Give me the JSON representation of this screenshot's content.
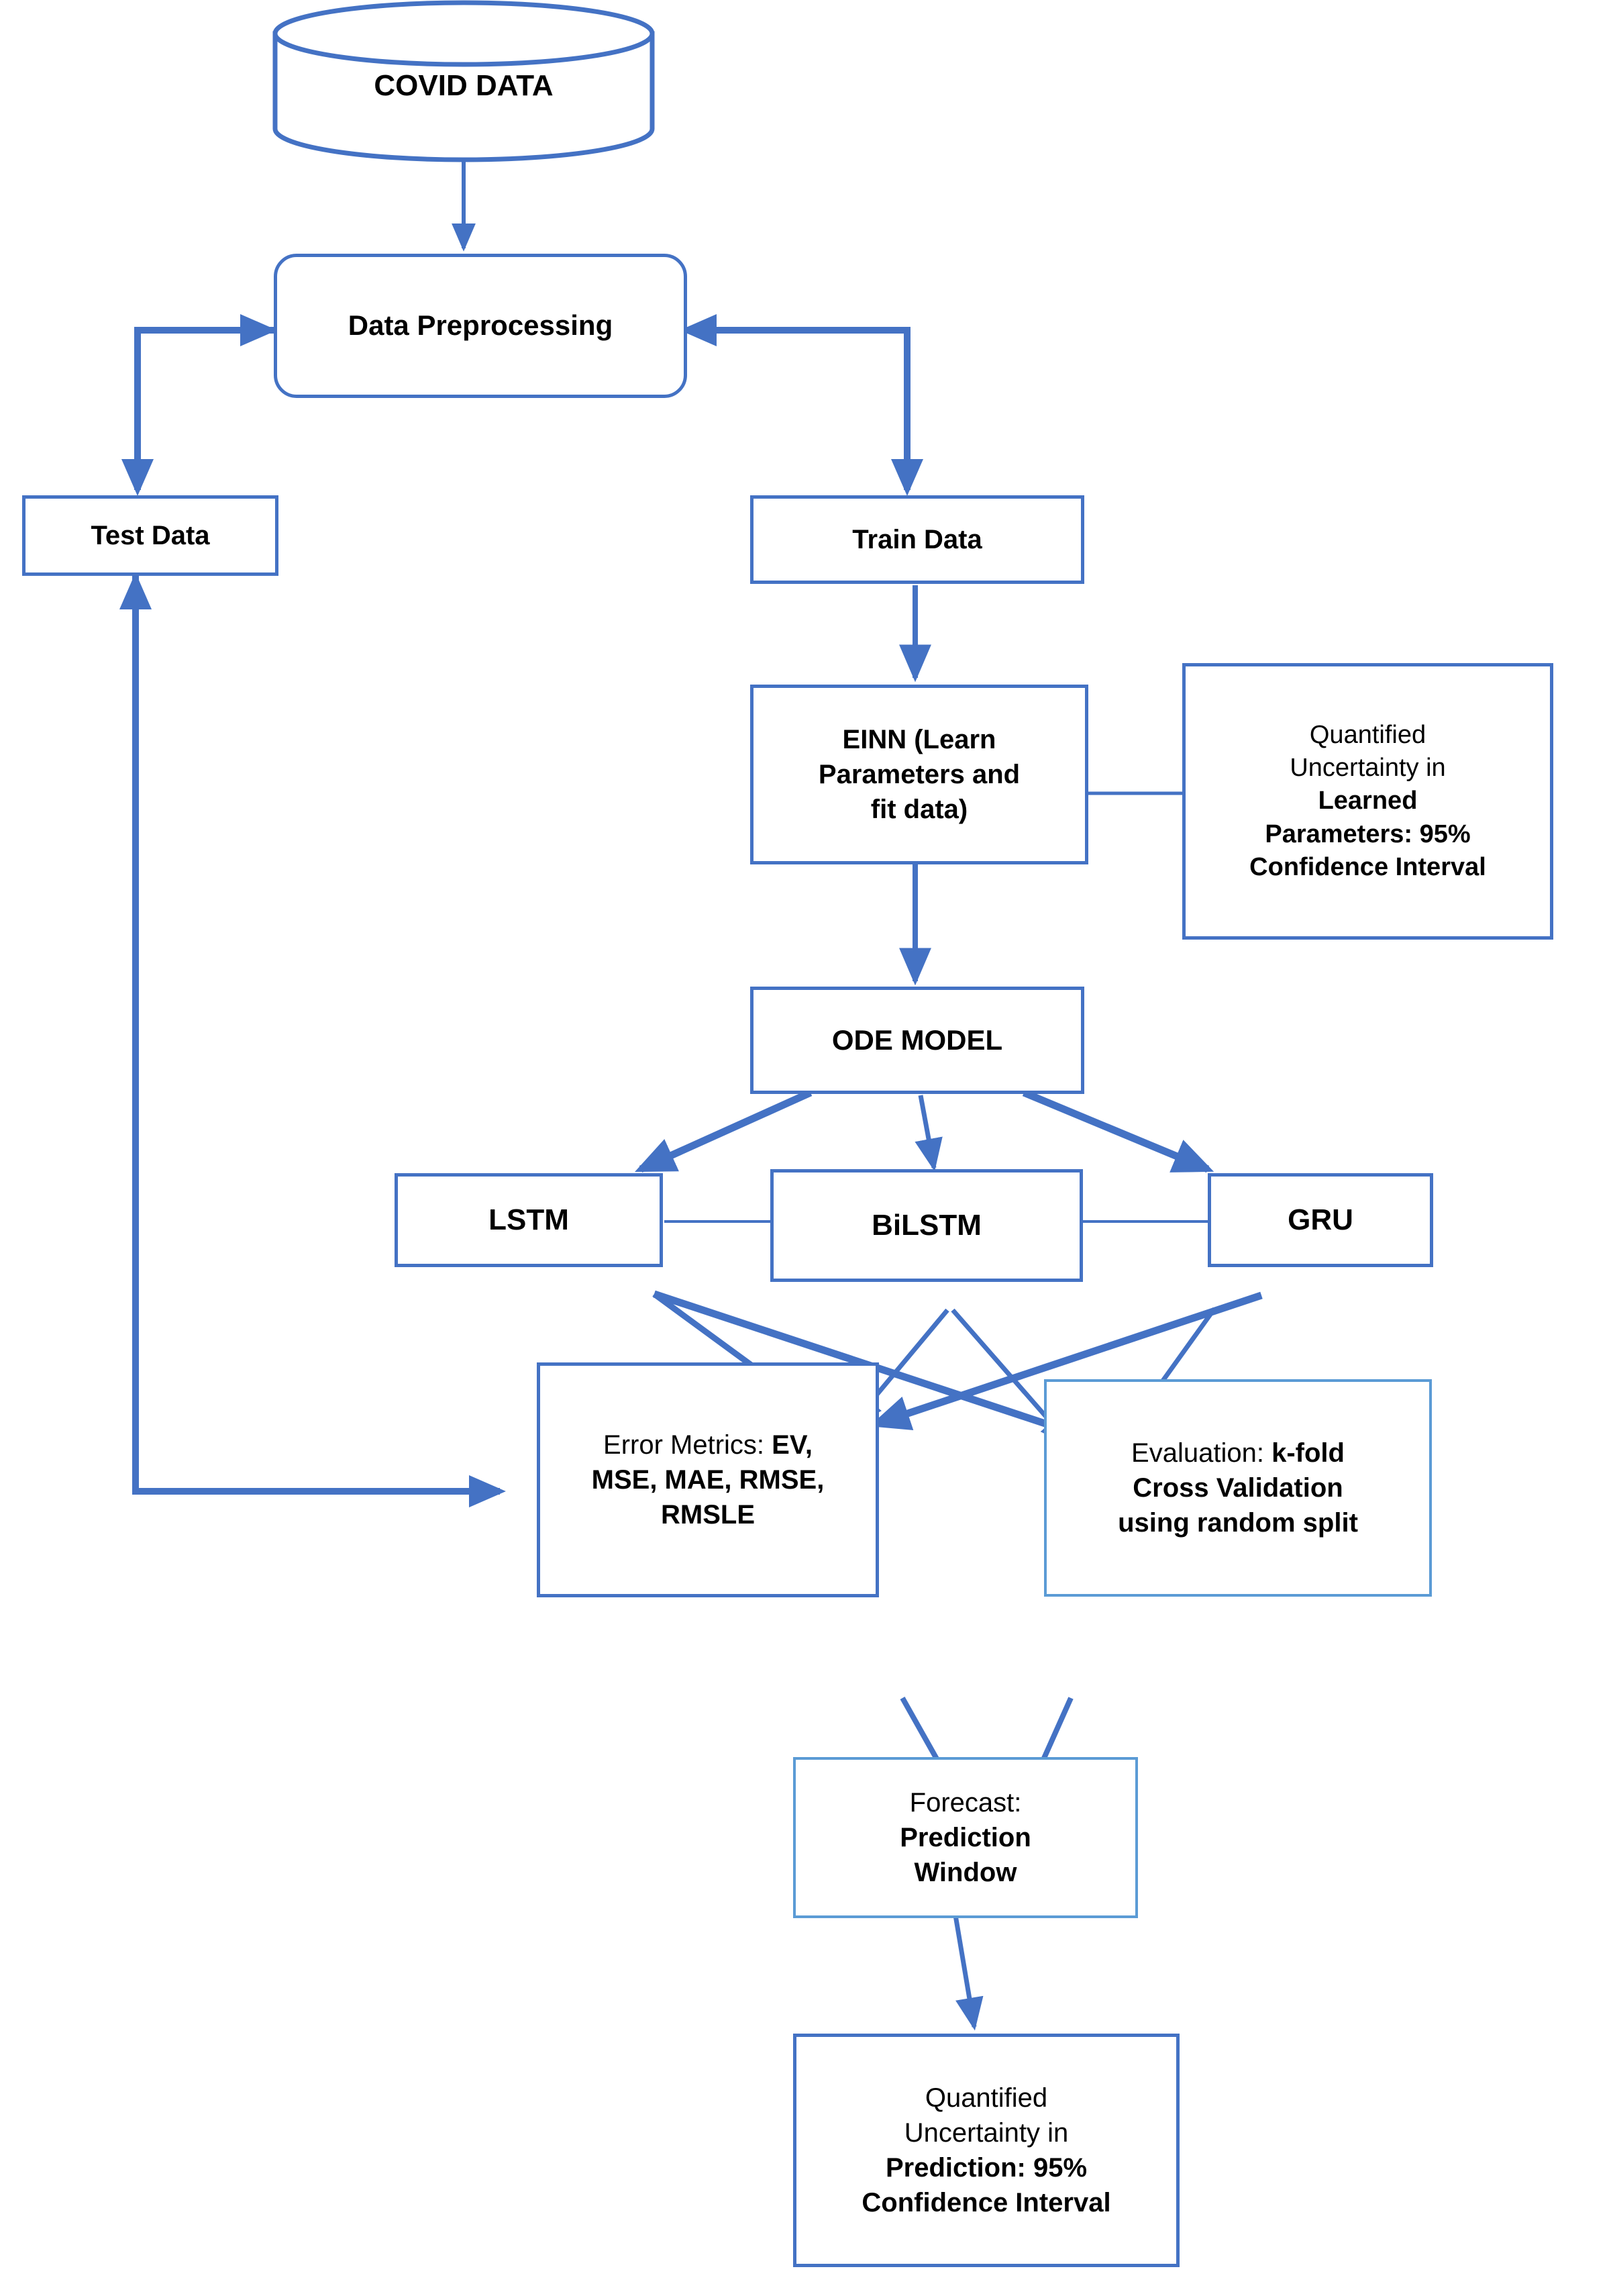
{
  "diagram": {
    "title": "EINN COVID forecasting pipeline flowchart",
    "accent_color": "#4472C4",
    "accent_color_light": "#5B9BD5",
    "text_color": "#000000",
    "background": "#ffffff"
  },
  "nodes": {
    "covid_data": {
      "label": "COVID DATA",
      "shape": "cylinder"
    },
    "data_preprocessing": {
      "label": "Data Preprocessing",
      "shape": "rounded-rect"
    },
    "test_data": {
      "label": "Test Data",
      "shape": "rect"
    },
    "train_data": {
      "label": "Train Data",
      "shape": "rect"
    },
    "einn": {
      "shape": "rect",
      "lines": [
        {
          "text": "EINN (Learn",
          "bold": true
        },
        {
          "text": "Parameters and",
          "bold": true
        },
        {
          "text": "fit data)",
          "bold": true
        }
      ],
      "label": "EINN (Learn Parameters and fit data)"
    },
    "uncertainty_parameters": {
      "shape": "rect",
      "lines": [
        {
          "text": "Quantified",
          "bold": false
        },
        {
          "text": "Uncertainty in",
          "bold": false
        },
        {
          "text": "Learned",
          "bold": true
        },
        {
          "text": "Parameters: 95%",
          "bold": true
        },
        {
          "text": "Confidence Interval",
          "bold": true
        }
      ],
      "label": "Quantified Uncertainty in Learned Parameters: 95% Confidence Interval"
    },
    "ode_model": {
      "label": "ODE MODEL",
      "shape": "rect"
    },
    "lstm": {
      "label": "LSTM",
      "shape": "rect"
    },
    "bilstm": {
      "label": "BiLSTM",
      "shape": "rect"
    },
    "gru": {
      "label": "GRU",
      "shape": "rect"
    },
    "error_metrics": {
      "shape": "rect",
      "lines": [
        {
          "text": "Error Metrics: ",
          "bold": false,
          "tail": "EV,",
          "tail_bold": true
        },
        {
          "text": "MSE, MAE, RMSE,",
          "bold": true
        },
        {
          "text": "RMSLE",
          "bold": true
        }
      ],
      "label": "Error Metrics: EV, MSE, MAE, RMSE, RMSLE"
    },
    "evaluation": {
      "shape": "rect",
      "lines": [
        {
          "text": "Evaluation: ",
          "bold": false,
          "tail": "k-fold",
          "tail_bold": true
        },
        {
          "text": "Cross Validation",
          "bold": true
        },
        {
          "text": "using random split",
          "bold": true
        }
      ],
      "label": "Evaluation: k-fold Cross Validation using random split"
    },
    "forecast": {
      "shape": "rect",
      "lines": [
        {
          "text": "Forecast:",
          "bold": false
        },
        {
          "text": "Prediction",
          "bold": true
        },
        {
          "text": "Window",
          "bold": true
        }
      ],
      "label": "Forecast: Prediction Window"
    },
    "uncertainty_prediction": {
      "shape": "rect",
      "lines": [
        {
          "text": "Quantified",
          "bold": false
        },
        {
          "text": "Uncertainty in",
          "bold": false
        },
        {
          "text": "Prediction: 95%",
          "bold": true
        },
        {
          "text": "Confidence Interval",
          "bold": true
        }
      ],
      "label": "Quantified Uncertainty in Prediction: 95% Confidence Interval"
    }
  },
  "edges": [
    {
      "from": "covid_data",
      "to": "data_preprocessing",
      "arrow": true
    },
    {
      "from": "data_preprocessing",
      "to": "test_data",
      "arrow": true
    },
    {
      "from": "data_preprocessing",
      "to": "train_data",
      "arrow": true
    },
    {
      "from": "train_data",
      "to": "einn",
      "arrow": true
    },
    {
      "from": "einn",
      "to": "uncertainty_parameters",
      "arrow": false
    },
    {
      "from": "einn",
      "to": "ode_model",
      "arrow": true
    },
    {
      "from": "ode_model",
      "to": "lstm",
      "arrow": true
    },
    {
      "from": "ode_model",
      "to": "bilstm",
      "arrow": true
    },
    {
      "from": "ode_model",
      "to": "gru",
      "arrow": true
    },
    {
      "from": "lstm",
      "to": "bilstm",
      "arrow": false
    },
    {
      "from": "bilstm",
      "to": "gru",
      "arrow": false
    },
    {
      "from": "lstm",
      "to": "error_metrics",
      "arrow": true
    },
    {
      "from": "lstm",
      "to": "evaluation",
      "arrow": true
    },
    {
      "from": "bilstm",
      "to": "error_metrics",
      "arrow": true
    },
    {
      "from": "bilstm",
      "to": "evaluation",
      "arrow": true
    },
    {
      "from": "gru",
      "to": "error_metrics",
      "arrow": true
    },
    {
      "from": "gru",
      "to": "evaluation",
      "arrow": true
    },
    {
      "from": "test_data",
      "to": "error_metrics",
      "arrow": true
    },
    {
      "from": "error_metrics",
      "to": "forecast",
      "arrow": true
    },
    {
      "from": "evaluation",
      "to": "forecast",
      "arrow": true
    },
    {
      "from": "forecast",
      "to": "uncertainty_prediction",
      "arrow": true
    }
  ]
}
